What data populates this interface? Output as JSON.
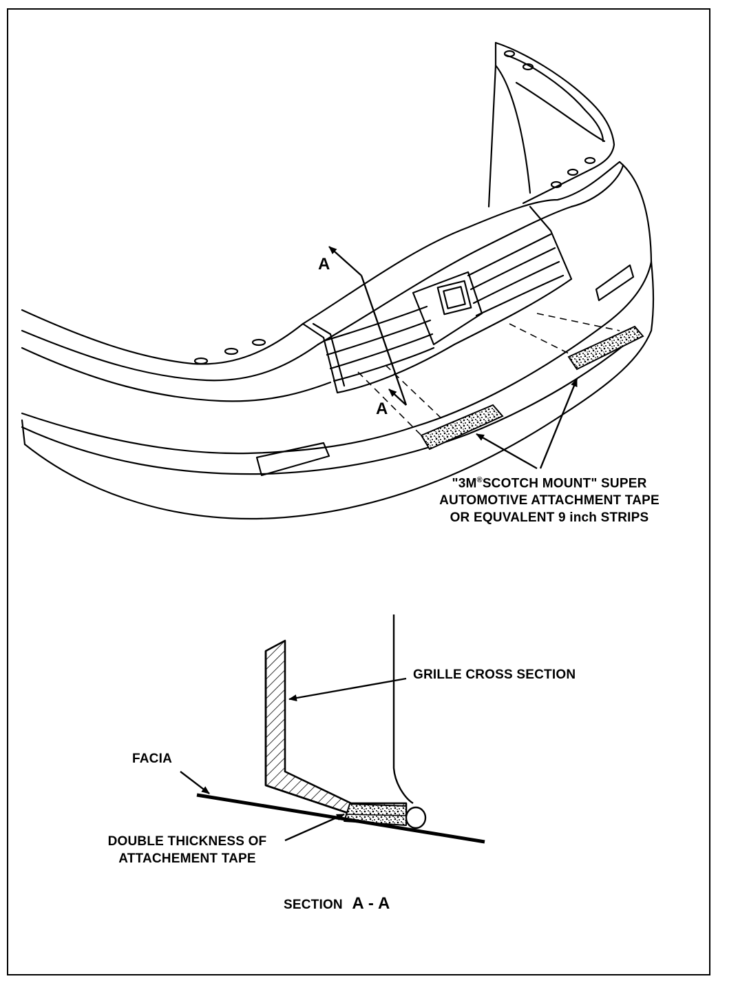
{
  "tape_label": {
    "line1_prefix": "\"3M",
    "registered_mark": "®",
    "line1_suffix": "SCOTCH MOUNT\" SUPER",
    "line2": "AUTOMOTIVE ATTACHMENT TAPE",
    "line3": "OR EQUVALENT 9 inch STRIPS"
  },
  "section_markers": {
    "top_marker": "A",
    "bottom_marker": "A"
  },
  "grille_label": "GRILLE CROSS SECTION",
  "facia_label": "FACIA",
  "double_tape_label": {
    "line1": "DOUBLE THICKNESS OF",
    "line2": "ATTACHEMENT TAPE"
  },
  "section_caption": {
    "word": "SECTION",
    "letters": "A - A"
  }
}
